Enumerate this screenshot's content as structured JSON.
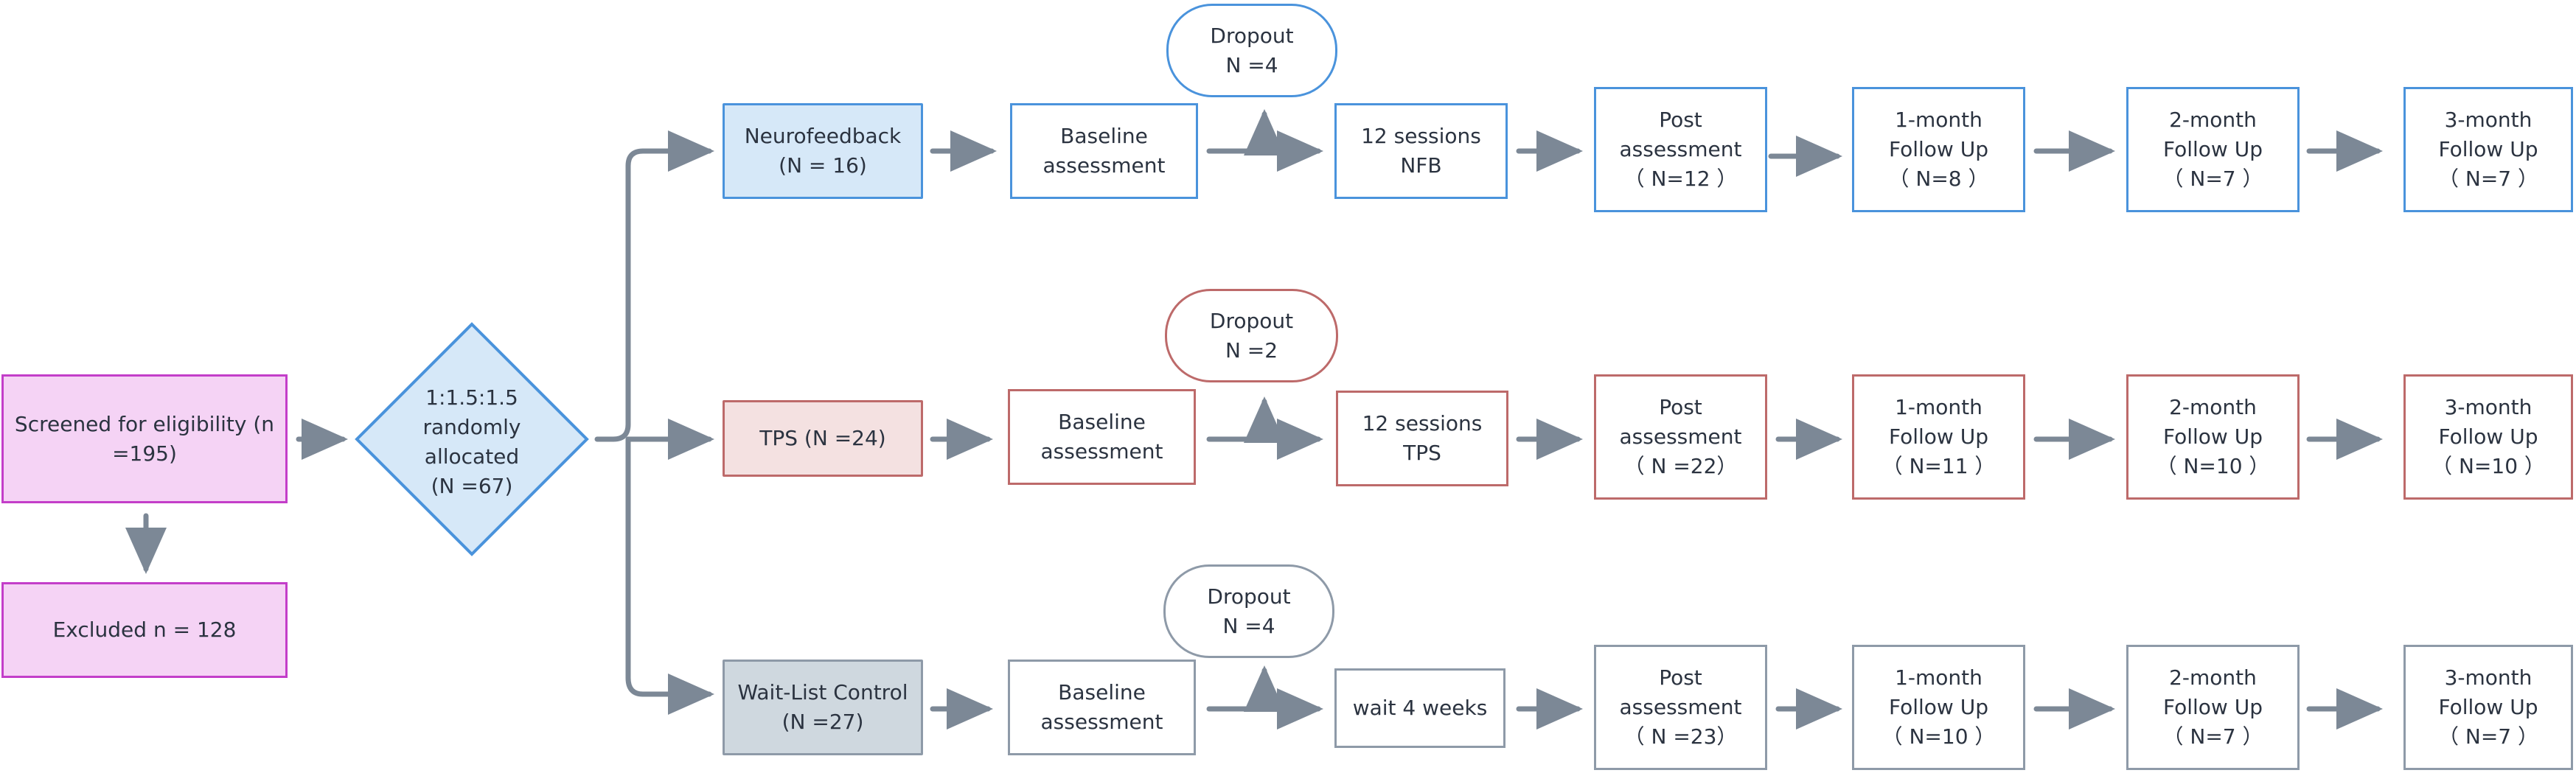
{
  "colors": {
    "connector": "#7c8896",
    "blue_border": "#4a93dc",
    "blue_fill": "#d6e8f8",
    "red_border": "#bd6a6a",
    "red_fill": "#f4e1e1",
    "grey_border": "#8e9aa8",
    "grey_fill": "#cfd8df",
    "pink_border": "#c33ec9",
    "pink_fill": "#f5d3f5"
  },
  "screening": {
    "line1": "Screened for eligibility (n",
    "line2": "=195)"
  },
  "excluded": "Excluded  n = 128",
  "allocation": {
    "line1": "1:1.5:1.5",
    "line2": "randomly",
    "line3": "allocated",
    "line4": "(N =67)"
  },
  "arms": [
    {
      "group": {
        "line1": "Neurofeedback",
        "line2": "(N = 16)"
      },
      "baseline": {
        "line1": "Baseline",
        "line2": "assessment"
      },
      "dropout": {
        "line1": "Dropout",
        "line2": "N =4"
      },
      "intervention": {
        "line1": "12 sessions",
        "line2": "NFB"
      },
      "post": {
        "line1": "Post",
        "line2": "assessment",
        "line3": "（ N=12 ）"
      },
      "fu1": {
        "line1": "1-month",
        "line2": "Follow Up",
        "line3": "（ N=8 ）"
      },
      "fu2": {
        "line1": "2-month",
        "line2": "Follow Up",
        "line3": "（ N=7 ）"
      },
      "fu3": {
        "line1": "3-month",
        "line2": "Follow Up",
        "line3": "（ N=7 ）"
      }
    },
    {
      "group": {
        "line1": "TPS (N =24)"
      },
      "baseline": {
        "line1": "Baseline",
        "line2": "assessment"
      },
      "dropout": {
        "line1": "Dropout",
        "line2": "N =2"
      },
      "intervention": {
        "line1": "12 sessions",
        "line2": "TPS"
      },
      "post": {
        "line1": "Post",
        "line2": "assessment",
        "line3": "（ N =22）"
      },
      "fu1": {
        "line1": "1-month",
        "line2": "Follow Up",
        "line3": "（ N=11 ）"
      },
      "fu2": {
        "line1": "2-month",
        "line2": "Follow Up",
        "line3": "（ N=10 ）"
      },
      "fu3": {
        "line1": "3-month",
        "line2": "Follow Up",
        "line3": "（ N=10 ）"
      }
    },
    {
      "group": {
        "line1": "Wait-List Control",
        "line2": "(N =27)"
      },
      "baseline": {
        "line1": "Baseline",
        "line2": "assessment"
      },
      "dropout": {
        "line1": "Dropout",
        "line2": "N =4"
      },
      "intervention": {
        "line1": "wait 4 weeks"
      },
      "post": {
        "line1": "Post",
        "line2": "assessment",
        "line3": "（ N =23）"
      },
      "fu1": {
        "line1": "1-month",
        "line2": "Follow Up",
        "line3": "（ N=10 ）"
      },
      "fu2": {
        "line1": "2-month",
        "line2": "Follow Up",
        "line3": "（ N=7 ）"
      },
      "fu3": {
        "line1": "3-month",
        "line2": "Follow Up",
        "line3": "（ N=7 ）"
      }
    }
  ]
}
